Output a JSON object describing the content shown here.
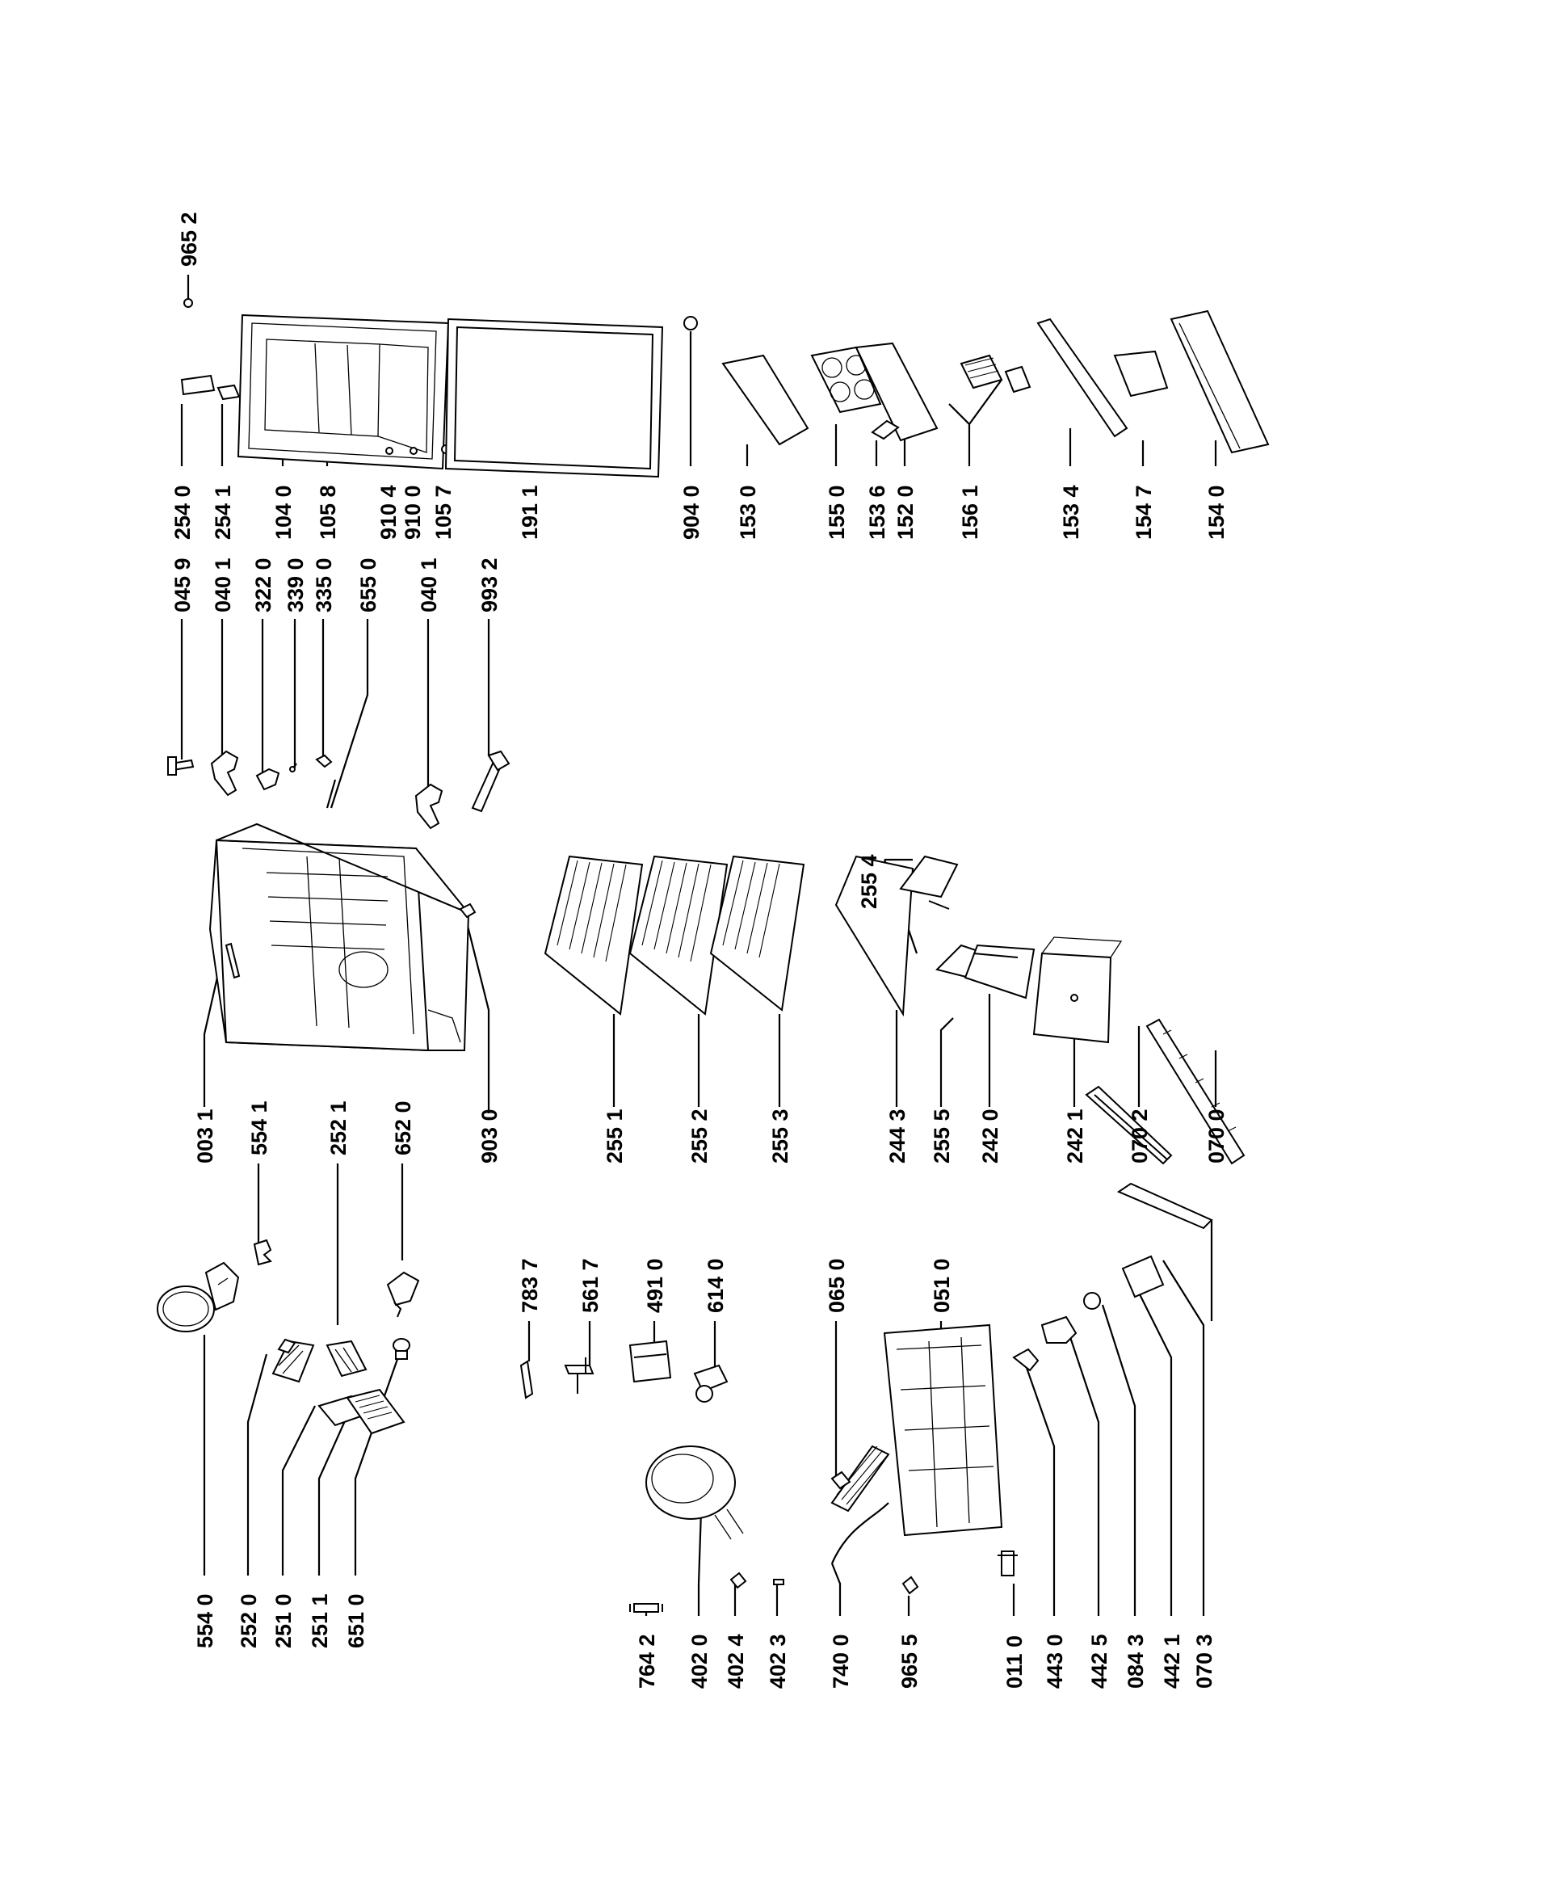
{
  "diagram": {
    "callouts": [
      {
        "id": "c-554-0",
        "label": "554 0"
      },
      {
        "id": "c-252-0",
        "label": "252 0"
      },
      {
        "id": "c-251-0",
        "label": "251 0"
      },
      {
        "id": "c-251-1",
        "label": "251 1"
      },
      {
        "id": "c-651-0",
        "label": "651 0"
      },
      {
        "id": "c-554-1",
        "label": "554 1"
      },
      {
        "id": "c-252-1",
        "label": "252 1"
      },
      {
        "id": "c-652-0",
        "label": "652 0"
      },
      {
        "id": "c-003-1",
        "label": "003 1"
      },
      {
        "id": "c-903-0",
        "label": "903 0"
      },
      {
        "id": "c-045-9",
        "label": "045 9"
      },
      {
        "id": "c-040-1-a",
        "label": "040 1"
      },
      {
        "id": "c-322-0",
        "label": "322 0"
      },
      {
        "id": "c-339-0",
        "label": "339 0"
      },
      {
        "id": "c-335-0",
        "label": "335 0"
      },
      {
        "id": "c-655-0",
        "label": "655 0"
      },
      {
        "id": "c-040-1-b",
        "label": "040 1"
      },
      {
        "id": "c-993-2",
        "label": "993 2"
      },
      {
        "id": "c-254-0",
        "label": "254 0"
      },
      {
        "id": "c-254-1",
        "label": "254 1"
      },
      {
        "id": "c-104-0",
        "label": "104 0"
      },
      {
        "id": "c-105-8",
        "label": "105 8"
      },
      {
        "id": "c-910-4",
        "label": "910 4"
      },
      {
        "id": "c-910-0",
        "label": "910 0"
      },
      {
        "id": "c-105-7",
        "label": "105 7"
      },
      {
        "id": "c-191-1",
        "label": "191 1"
      },
      {
        "id": "c-965-2",
        "label": "965 2"
      },
      {
        "id": "c-255-1",
        "label": "255 1"
      },
      {
        "id": "c-255-2",
        "label": "255 2"
      },
      {
        "id": "c-255-3",
        "label": "255 3"
      },
      {
        "id": "c-244-3",
        "label": "244 3"
      },
      {
        "id": "c-255-5",
        "label": "255 5"
      },
      {
        "id": "c-255-4",
        "label": "255 4"
      },
      {
        "id": "c-242-0",
        "label": "242 0"
      },
      {
        "id": "c-242-1",
        "label": "242 1"
      },
      {
        "id": "c-070-2",
        "label": "070 2"
      },
      {
        "id": "c-070-0",
        "label": "070 0"
      },
      {
        "id": "c-904-0",
        "label": "904 0"
      },
      {
        "id": "c-153-0",
        "label": "153 0"
      },
      {
        "id": "c-155-0",
        "label": "155 0"
      },
      {
        "id": "c-153-6",
        "label": "153 6"
      },
      {
        "id": "c-152-0",
        "label": "152 0"
      },
      {
        "id": "c-156-1",
        "label": "156 1"
      },
      {
        "id": "c-153-4",
        "label": "153 4"
      },
      {
        "id": "c-154-7",
        "label": "154 7"
      },
      {
        "id": "c-154-0",
        "label": "154 0"
      },
      {
        "id": "c-764-2",
        "label": "764 2"
      },
      {
        "id": "c-402-0",
        "label": "402 0"
      },
      {
        "id": "c-402-4",
        "label": "402 4"
      },
      {
        "id": "c-402-3",
        "label": "402 3"
      },
      {
        "id": "c-740-0",
        "label": "740 0"
      },
      {
        "id": "c-965-5",
        "label": "965 5"
      },
      {
        "id": "c-783-7",
        "label": "783 7"
      },
      {
        "id": "c-561-7",
        "label": "561 7"
      },
      {
        "id": "c-491-0",
        "label": "491 0"
      },
      {
        "id": "c-614-0",
        "label": "614 0"
      },
      {
        "id": "c-065-0",
        "label": "065 0"
      },
      {
        "id": "c-051-0",
        "label": "051 0"
      },
      {
        "id": "c-011-0",
        "label": "011 0"
      },
      {
        "id": "c-443-0",
        "label": "443 0"
      },
      {
        "id": "c-442-5",
        "label": "442 5"
      },
      {
        "id": "c-084-3",
        "label": "084 3"
      },
      {
        "id": "c-442-1",
        "label": "442 1"
      },
      {
        "id": "c-070-3",
        "label": "070 3"
      }
    ]
  }
}
